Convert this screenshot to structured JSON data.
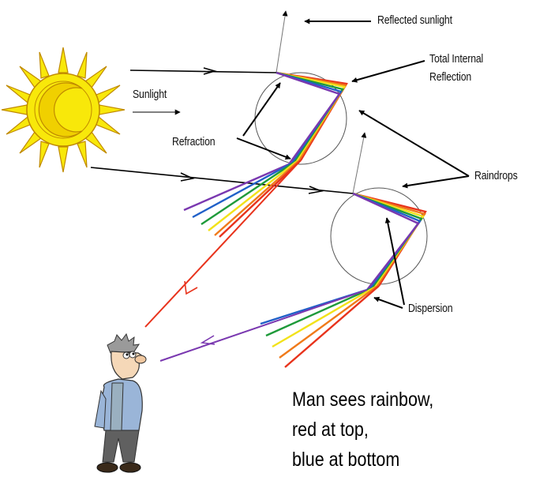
{
  "labels": {
    "reflected_sunlight": "Reflected sunlight",
    "total_internal_reflection_line1": "Total Internal",
    "total_internal_reflection_line2": "Reflection",
    "sunlight": "Sunlight",
    "refraction": "Refraction",
    "raindrops": "Raindrops",
    "dispersion": "Dispersion"
  },
  "caption": {
    "line1": "Man sees rainbow,",
    "line2": "red at top,",
    "line3": "blue at bottom"
  },
  "colors": {
    "red": "#e8331c",
    "orange": "#f07a1a",
    "yellow": "#f2e21a",
    "green": "#1e9a3a",
    "blue": "#2060c8",
    "violet": "#7a38b0",
    "sun_fill": "#f8e80a",
    "sun_outline": "#c08a00",
    "drop_outline": "#555555",
    "arrow": "#000000"
  },
  "icons": [
    "sun-icon",
    "man-icon"
  ]
}
